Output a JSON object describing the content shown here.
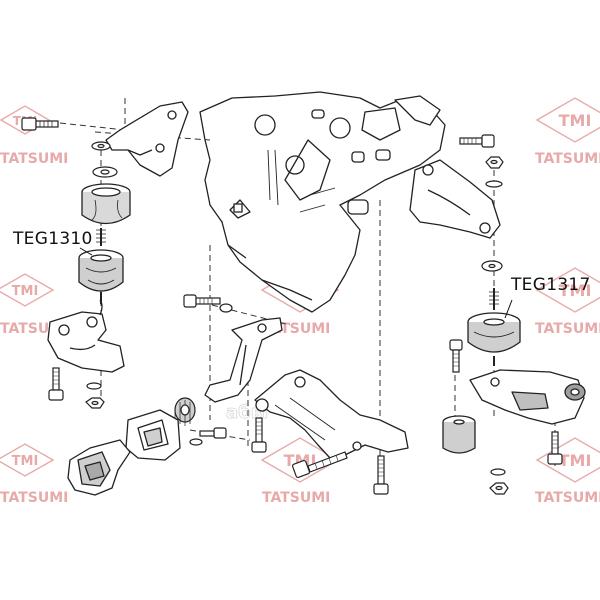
{
  "labels": {
    "left_part": "TEG1310",
    "right_part": "TEG1317"
  },
  "watermark": {
    "logo_text": "TMI",
    "brand_text": "TATSUMI",
    "color": "#e8a9a9"
  },
  "colors": {
    "line": "#222222",
    "shade": "#d9d9d9",
    "dark": "#555555",
    "dash": "#333333"
  },
  "marks": {
    "engine_watermark": "абвг"
  }
}
